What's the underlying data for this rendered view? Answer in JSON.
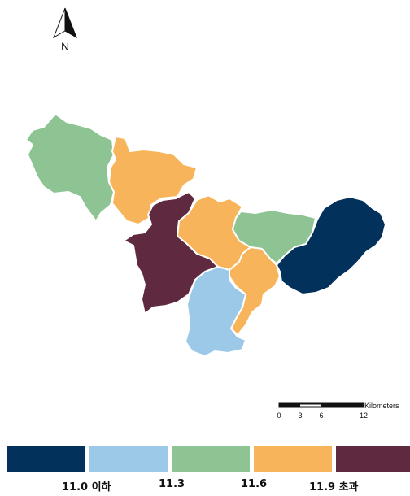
{
  "north_arrow": {
    "label": "N",
    "icon": "north-arrow-icon"
  },
  "scale_bar": {
    "unit": "Kilometers",
    "ticks": [
      "0",
      "3",
      "6",
      "12"
    ]
  },
  "legend": {
    "swatches": [
      {
        "color": "#02315c"
      },
      {
        "color": "#9cc9e8"
      },
      {
        "color": "#8ec493"
      },
      {
        "color": "#f7b45a"
      },
      {
        "color": "#5f2940"
      }
    ],
    "labels": [
      "11.0 이하",
      "11.3",
      "11.6",
      "11.9 초과"
    ]
  },
  "regions": [
    {
      "name": "region-west-green",
      "color": "#8ec493"
    },
    {
      "name": "region-northwest-orange",
      "color": "#f7b45a"
    },
    {
      "name": "region-central-maroon",
      "color": "#5f2940"
    },
    {
      "name": "region-central-orange",
      "color": "#f7b45a"
    },
    {
      "name": "region-northeast-green",
      "color": "#8ec493"
    },
    {
      "name": "region-south-orange",
      "color": "#f7b45a"
    },
    {
      "name": "region-south-blue",
      "color": "#9cc9e8"
    },
    {
      "name": "region-east-navy",
      "color": "#02315c"
    }
  ]
}
